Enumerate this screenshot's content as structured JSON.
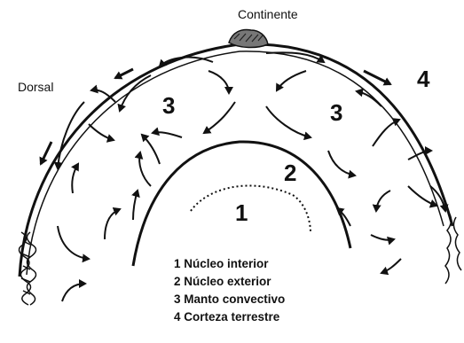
{
  "labels": {
    "continent": "Continente",
    "ridge": "Dorsal"
  },
  "layer_numbers": {
    "inner_core": "1",
    "outer_core": "2",
    "mantle_left": "3",
    "mantle_right": "3",
    "crust": "4"
  },
  "legend": [
    "1 Núcleo interior",
    "2 Núcleo exterior",
    "3 Manto convectivo",
    "4 Corteza terrestre"
  ],
  "colors": {
    "ink": "#111111",
    "background": "#ffffff"
  }
}
